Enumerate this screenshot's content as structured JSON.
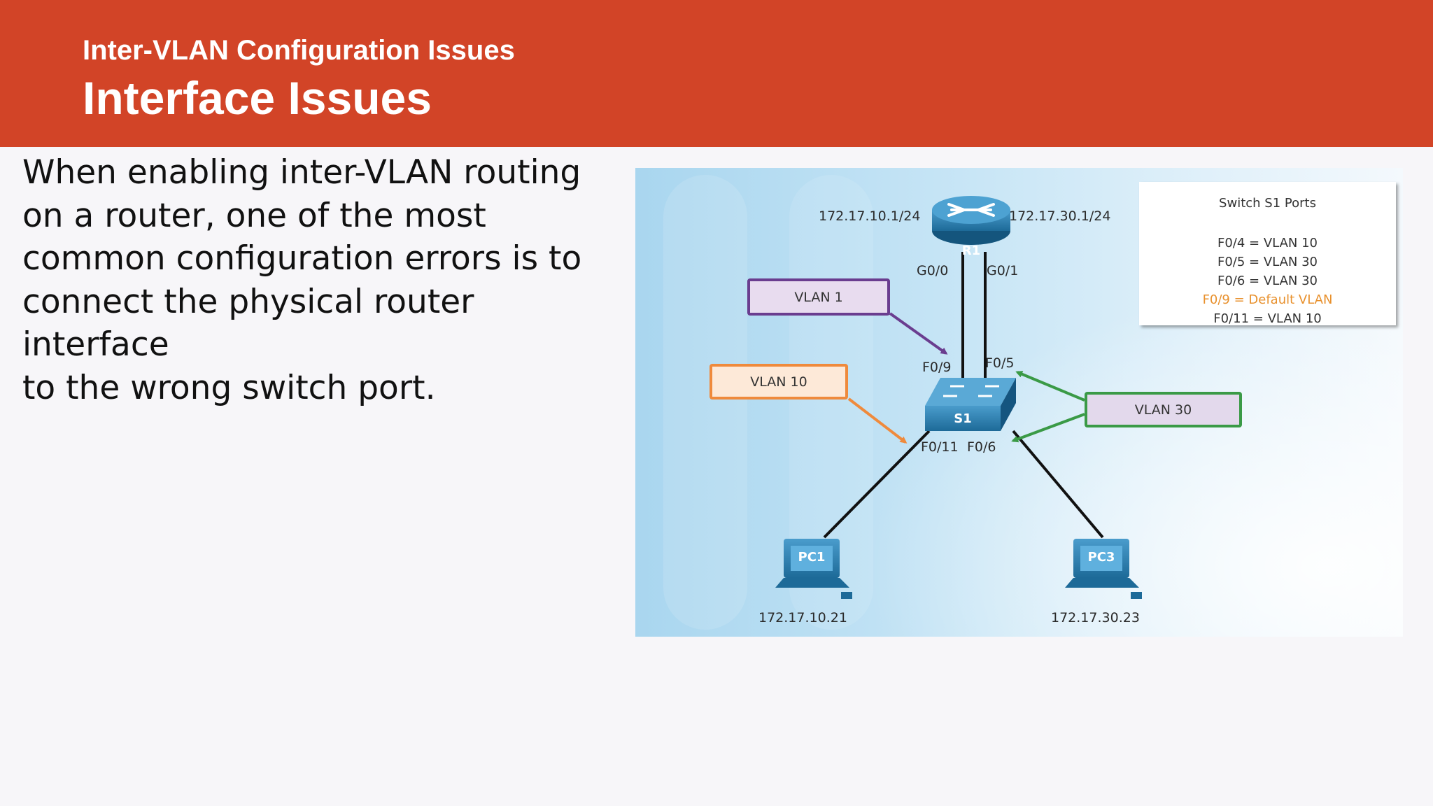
{
  "header": {
    "subtitle": "Inter-VLAN Configuration Issues",
    "title": "Interface Issues",
    "color": "#d24427"
  },
  "body": {
    "lines": [
      "When enabling inter-VLAN routing",
      "on a router, one of the most",
      "common configuration errors is to",
      "connect the physical router interface",
      "to the wrong switch port."
    ]
  },
  "diagram": {
    "router": {
      "name": "R1",
      "left_ip": "172.17.10.1/24",
      "right_ip": "172.17.30.1/24",
      "port_left": "G0/0",
      "port_right": "G0/1"
    },
    "switch": {
      "name": "S1",
      "port_f09": "F0/9",
      "port_f05": "F0/5",
      "port_f011": "F0/11",
      "port_f06": "F0/6"
    },
    "pcs": [
      {
        "name": "PC1",
        "ip": "172.17.10.21"
      },
      {
        "name": "PC3",
        "ip": "172.17.30.23"
      }
    ],
    "vlan_callouts": {
      "vlan1": "VLAN 1",
      "vlan10": "VLAN 10",
      "vlan30": "VLAN 30"
    },
    "legend": {
      "title": "Switch S1 Ports",
      "rows": [
        "F0/4 = VLAN 10",
        "F0/5 = VLAN 30",
        "F0/6 = VLAN 30",
        "F0/9 = Default VLAN",
        "F0/11 = VLAN 10"
      ],
      "highlight_color": "#e8902c"
    },
    "colors": {
      "vlan1": "#6a3d8f",
      "vlan10": "#ef8a3c",
      "vlan30": "#3a9a46",
      "device": "#1f6f9c"
    }
  }
}
